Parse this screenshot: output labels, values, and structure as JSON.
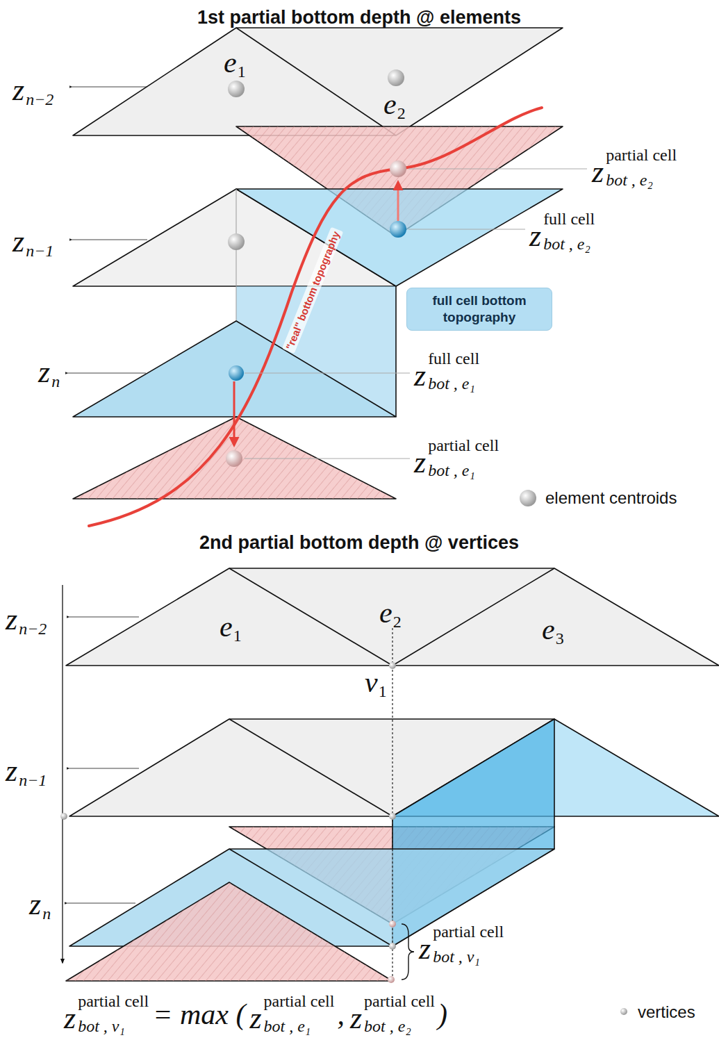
{
  "diagram": {
    "title": "1st partial bottom depth @ elements",
    "nodes": [
      {
        "text": [
          "full cell bottom topography"
        ]
      }
    ],
    "labels": [
      "z",
      "n−2",
      "z",
      "n−1",
      "z",
      "n",
      "e",
      "1",
      "e",
      "2",
      "z",
      "partial cell",
      "bot , e₂",
      "z",
      "full cell",
      "bot , e₂",
      "z",
      "full cell",
      "bot , e₁",
      "z",
      "partial cell",
      "bot , e₁",
      "\"real\" bottom topography",
      "2nd partial bottom depth @ vertices",
      "z",
      "n−2",
      "z",
      "n−1",
      "z",
      "n",
      "e",
      "1",
      "e",
      "2",
      "e",
      "3",
      "v",
      "1",
      "z",
      "partial cell",
      "bot , v₁",
      "z",
      "partial cell",
      "bot , v₁",
      "= max (",
      "z",
      "partial cell",
      "bot , e₁",
      ",",
      "z",
      "partial cell",
      "bot , e₂",
      ")"
    ],
    "legend": [
      {
        "text": "element centroids"
      },
      {
        "text": "vertices"
      }
    ]
  }
}
